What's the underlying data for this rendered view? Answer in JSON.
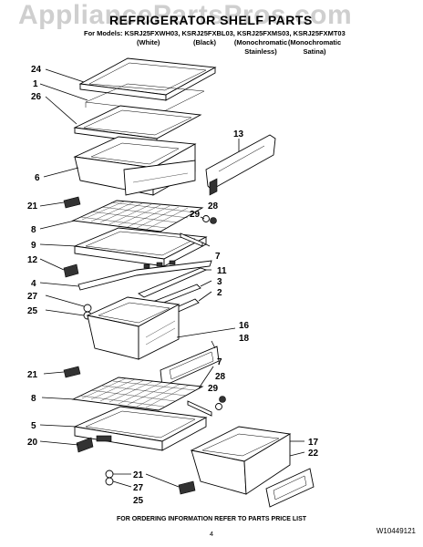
{
  "watermark": "AppliancePartsPros.com",
  "title": "REFRIGERATOR SHELF PARTS",
  "models_line": "For Models: KSRJ25FXWH03, KSRJ25FXBL03, KSRJ25FXMS03, KSRJ25FXMT03",
  "variants": [
    "(White)",
    "(Black)",
    "(Monochromatic Stainless)",
    "(Monochromatic Satina)"
  ],
  "callouts": [
    "24",
    "1",
    "26",
    "6",
    "21",
    "8",
    "9",
    "12",
    "4",
    "27",
    "25",
    "13",
    "29",
    "28",
    "7",
    "11",
    "3",
    "2",
    "16",
    "18",
    "21",
    "8",
    "7",
    "28",
    "29",
    "5",
    "20",
    "17",
    "22",
    "21",
    "27",
    "25"
  ],
  "footer_note": "FOR ORDERING INFORMATION REFER TO PARTS PRICE LIST",
  "page_number": "4",
  "document_number": "W10449121"
}
